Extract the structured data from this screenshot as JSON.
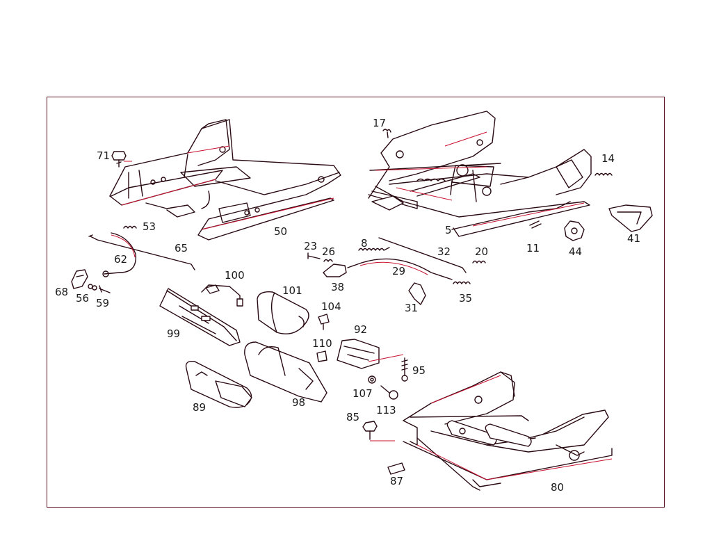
{
  "colors": {
    "frame": "#5a0f1e",
    "line": "#2a0a12",
    "highlight": "#c8102e",
    "background": "#ffffff"
  },
  "callouts": {
    "p71": "71",
    "p50": "50",
    "p53": "53",
    "p65": "65",
    "p62": "62",
    "p68": "68",
    "p56": "56",
    "p59": "59",
    "p100": "100",
    "p99": "99",
    "p101": "101",
    "p104": "104",
    "p89": "89",
    "p98": "98",
    "p17": "17",
    "p14": "14",
    "p5": "5",
    "p41": "41",
    "p44": "44",
    "p11": "11",
    "p23": "23",
    "p26": "26",
    "p8": "8",
    "p32": "32",
    "p20": "20",
    "p29": "29",
    "p38": "38",
    "p31": "31",
    "p35": "35",
    "p92": "92",
    "p110": "110",
    "p95": "95",
    "p107": "107",
    "p113": "113",
    "p85": "85",
    "p87": "87",
    "p80": "80"
  }
}
